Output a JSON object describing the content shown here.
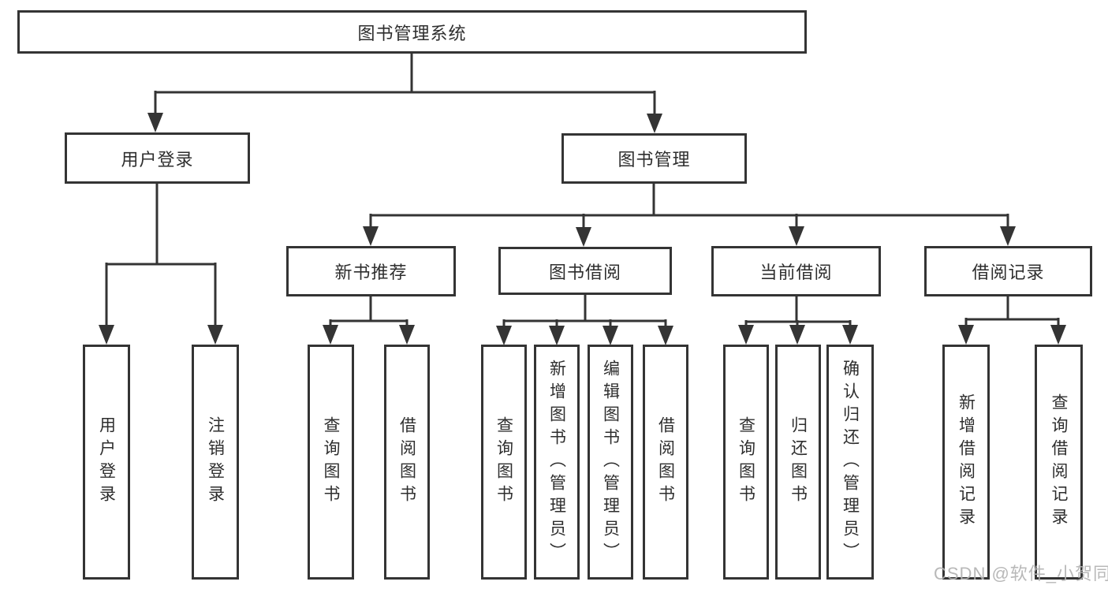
{
  "diagram": {
    "watermark": "CSDN @软件_小贺同学",
    "colors": {
      "line": "#343434",
      "text": "#2e2e2e",
      "box_background": "#ffffff",
      "watermark": "#b2b2b2"
    },
    "nodes": {
      "root": {
        "label": "图书管理系统"
      },
      "user_login": {
        "label": "用户登录"
      },
      "book_mgmt": {
        "label": "图书管理"
      },
      "new_book": {
        "label": "新书推荐"
      },
      "book_borrow": {
        "label": "图书借阅"
      },
      "current_borrow": {
        "label": "当前借阅"
      },
      "borrow_record": {
        "label": "借阅记录"
      },
      "leaf_user_login": {
        "label": "用户登录"
      },
      "leaf_logout": {
        "label": "注销登录"
      },
      "leaf_nb_query": {
        "label": "查询图书"
      },
      "leaf_nb_borrow": {
        "label": "借阅图书"
      },
      "leaf_bb_query": {
        "label": "查询图书"
      },
      "leaf_bb_add": {
        "label": "新增图书（管理员）"
      },
      "leaf_bb_edit": {
        "label": "编辑图书（管理员）"
      },
      "leaf_bb_borrow": {
        "label": "借阅图书"
      },
      "leaf_cb_query": {
        "label": "查询图书"
      },
      "leaf_cb_return": {
        "label": "归还图书"
      },
      "leaf_cb_confirm": {
        "label": "确认归还（管理员）"
      },
      "leaf_br_add": {
        "label": "新增借阅记录"
      },
      "leaf_br_query": {
        "label": "查询借阅记录"
      }
    }
  }
}
